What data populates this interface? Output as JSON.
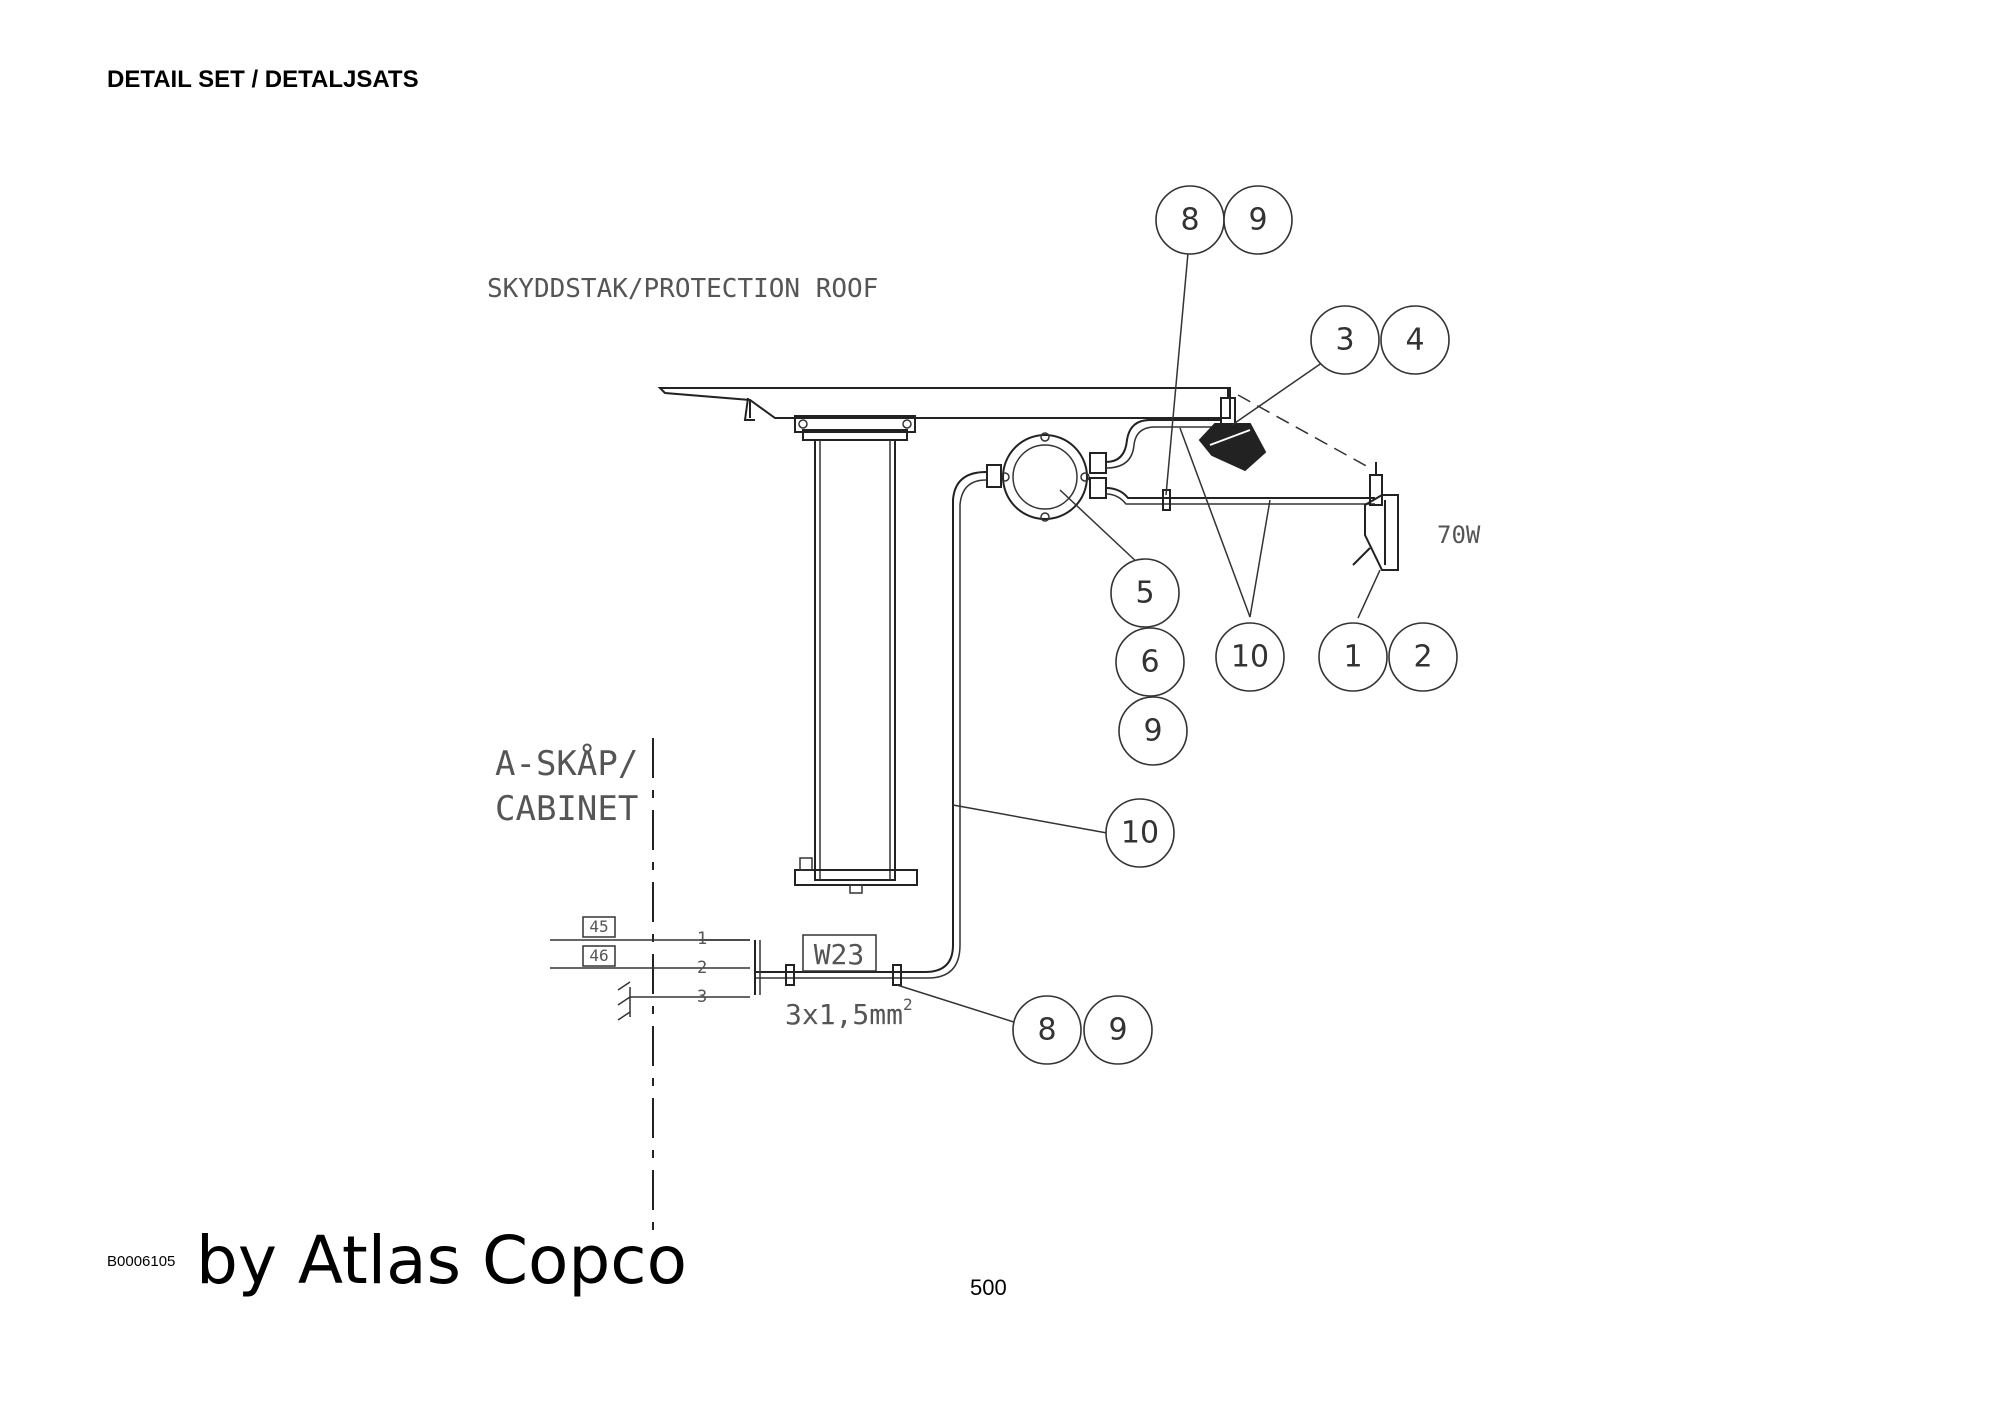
{
  "header": {
    "title": "DETAIL SET / DETALJSATS"
  },
  "labels": {
    "protection_roof": "SKYDDSTAK/PROTECTION ROOF",
    "cabinet_line1": "A-SKÅP/",
    "cabinet_line2": "CABINET",
    "lamp_power": "70W",
    "cable_id": "W23",
    "cable_spec": "3x1,5mm",
    "cable_spec_sup": "2"
  },
  "terminals": {
    "block_labels": [
      "45",
      "46"
    ],
    "numbers": [
      "1",
      "2",
      "3"
    ]
  },
  "balloons": {
    "b8_top": "8",
    "b9_top": "9",
    "b3": "3",
    "b4": "4",
    "b5": "5",
    "b6": "6",
    "b9_mid": "9",
    "b10_right": "10",
    "b1": "1",
    "b2": "2",
    "b10_left": "10",
    "b8_bottom": "8",
    "b9_bottom": "9"
  },
  "footer": {
    "drawing_code": "B0006105",
    "brand": "by Atlas Copco",
    "page_number": "500"
  }
}
